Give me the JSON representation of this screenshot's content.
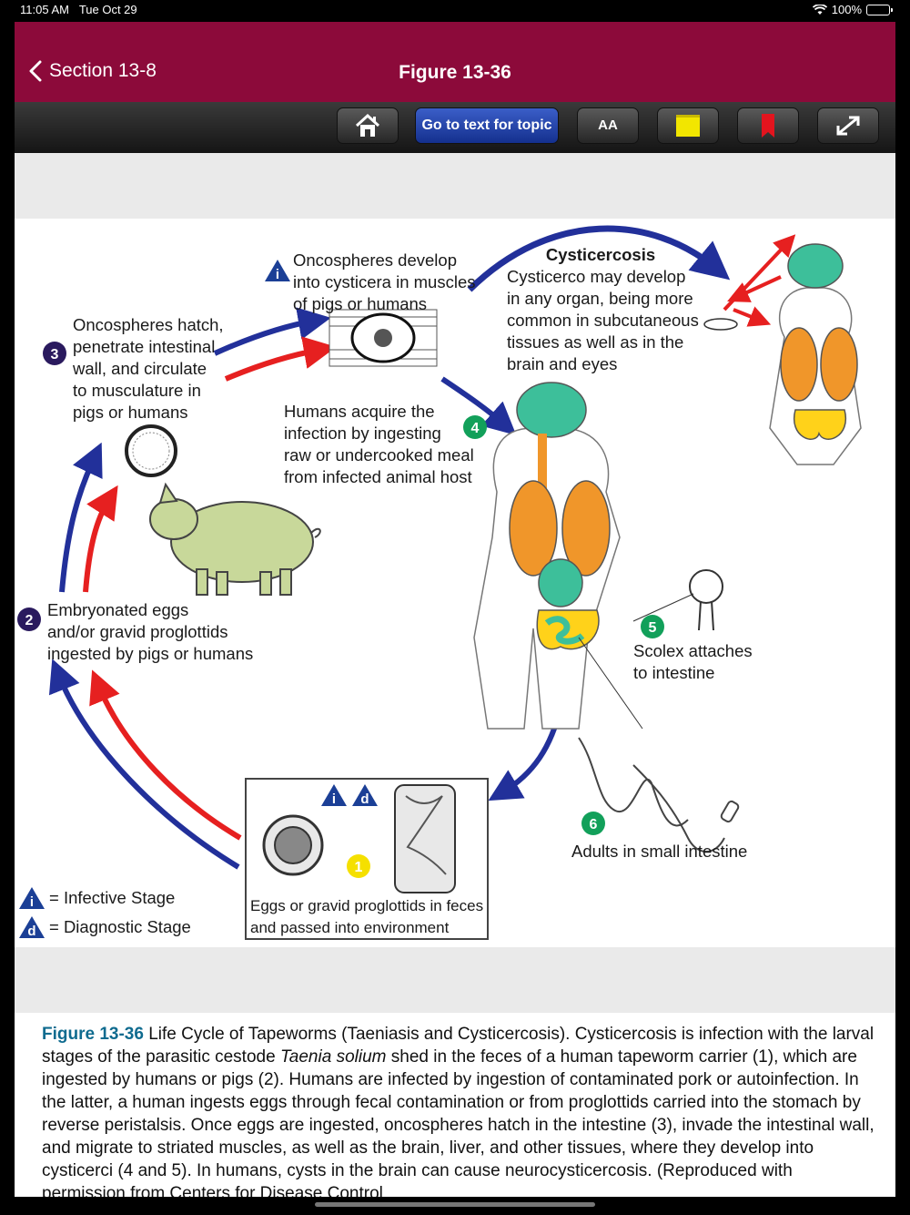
{
  "status": {
    "time": "11:05 AM",
    "date": "Tue Oct 29",
    "battery": "100%"
  },
  "nav": {
    "back_label": "Section 13-8",
    "title": "Figure 13-36"
  },
  "toolbar": {
    "go_to_text": "Go to text for topic",
    "font_size_label": "AA"
  },
  "figure": {
    "step3_num": "3",
    "step3_text": "Oncospheres hatch,\npenetrate intestinal\nwall, and circulate\nto musculature in\npigs or humans",
    "cysticerca_text": "Oncospheres develop\ninto cysticera in muscles\nof pigs or humans",
    "cysticercosis_title": "Cysticercosis",
    "cysticercosis_text": "Cysticerco may develop\nin any organ, being more\ncommon in subcutaneous\ntissues as well as in the\nbrain and eyes",
    "step4_text": "Humans acquire the\ninfection by ingesting\nraw or undercooked meal\nfrom infected animal host",
    "step4_num": "4",
    "step2_num": "2",
    "step2_text": "Embryonated eggs\nand/or gravid proglottids\ningested by pigs or humans",
    "step5_num": "5",
    "step5_text": "Scolex attaches\nto intestine",
    "step6_num": "6",
    "step6_text": "Adults in small intestine",
    "step1_num": "1",
    "step1_text": "Eggs or gravid proglottids in feces\nand passed into environment",
    "icon_i": "i",
    "icon_d": "d",
    "legend_infective": "= Infective Stage",
    "legend_diagnostic": "= Diagnostic Stage"
  },
  "caption": {
    "fig_label": "Figure 13-36",
    "text_1": " Life Cycle of Tapeworms (Taeniasis and Cysticercosis). Cysticercosis is infection with the larval stages of the parasitic cestode ",
    "species": "Taenia solium",
    "text_2": " shed in the feces of a human tapeworm carrier (1), which are ingested by humans or pigs (2). Humans are infected by ingestion of contaminated pork or autoinfection. In the latter, a human ingests eggs through fecal contamination or from proglottids carried into the stomach by reverse peristalsis. Once eggs are ingested, oncospheres hatch in the intestine (3), invade the intestinal wall, and migrate to striated muscles, as well as the brain, liver, and other tissues, where they develop into cysticerci (4 and 5). In humans, cysts in the brain can cause neurocysticercosis. (Reproduced with permission from Centers for Disease Control"
  },
  "colors": {
    "nav_bg": "#8c0a3a",
    "arrow_blue": "#22309a",
    "arrow_red": "#e62020",
    "step_purple": "#2a1a5e",
    "step_green": "#12a05a",
    "step_yellow": "#f5e000",
    "stage_icon": "#1b3f96",
    "brain": "#3dbf9a",
    "lungs": "#f0962a",
    "intestine": "#ffd21a",
    "caption_accent": "#0f6b8f"
  }
}
